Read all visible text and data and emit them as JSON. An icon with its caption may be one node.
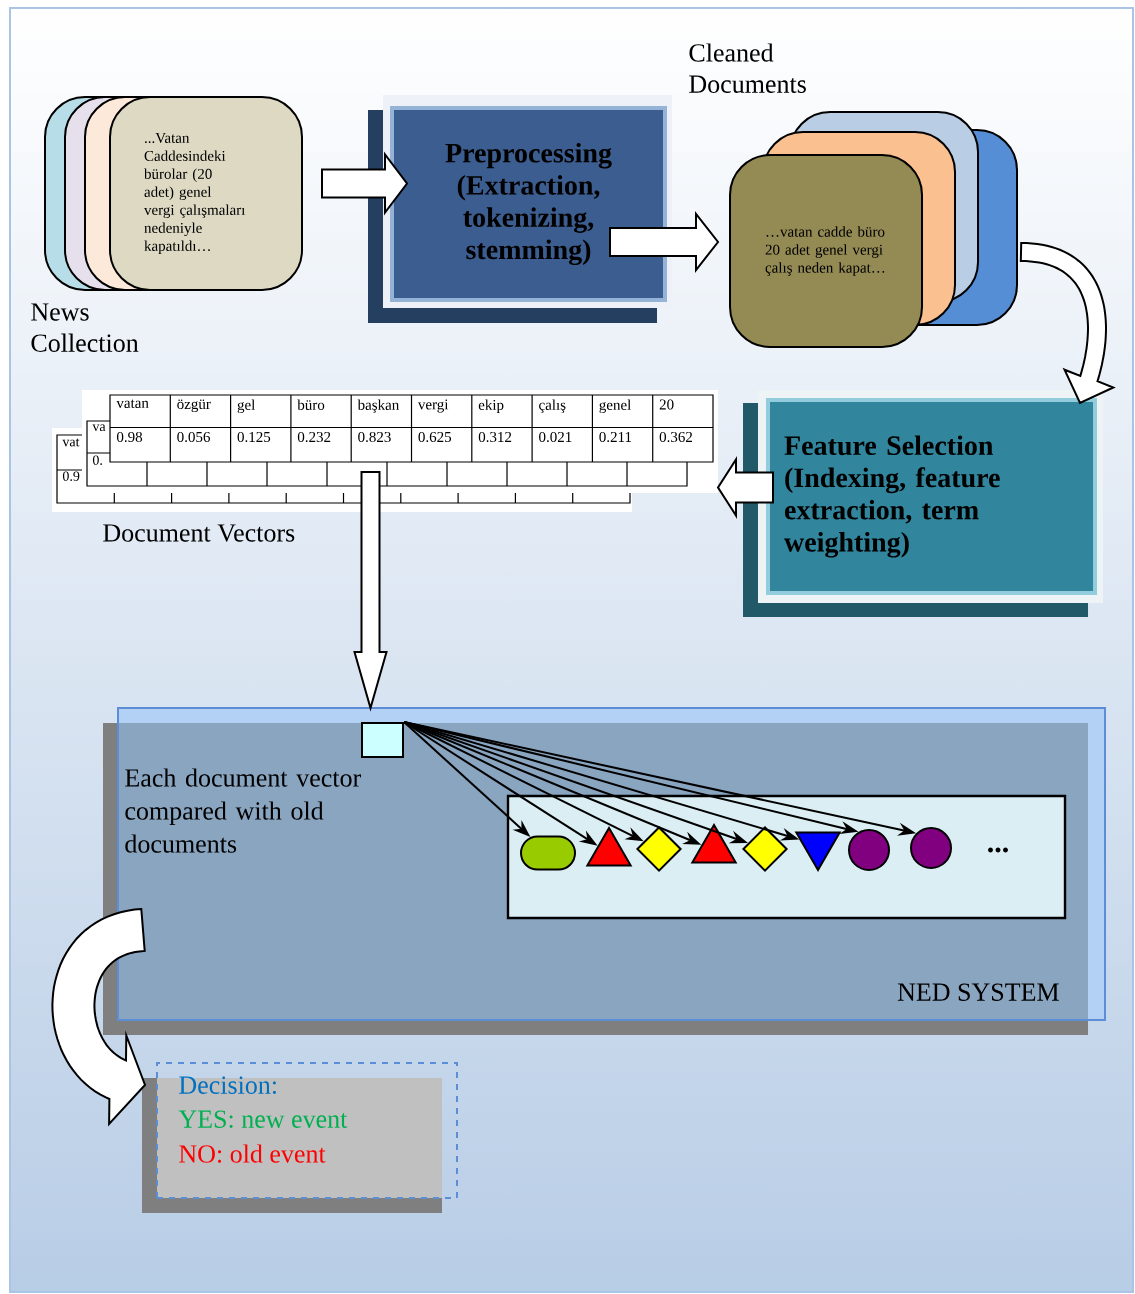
{
  "diagram": {
    "nodes": [
      {
        "text": [
          "...Vatan Caddesindeki bürolar (20 adet) genel vergi çalışmaları nedeniyle kapatıldı…"
        ],
        "beside": [
          "News Collection"
        ]
      },
      {
        "text": [
          "Preprocessing (Extraction, tokenizing, stemming)"
        ]
      },
      {
        "text": [
          "…vatan cadde büro 20 adet genel vergi çalış neden kapat…"
        ]
      },
      {
        "text": [
          "Feature Selection (Indexing, feature extraction, term weighting)"
        ]
      },
      {
        "text": [
          "vatan",
          "özgür",
          "gel",
          "büro",
          "başkan",
          "vergi",
          "ekip",
          "çalış",
          "genel",
          "20",
          "0.98",
          "0.056",
          "0.125",
          "0.232",
          "0.823",
          "0.625",
          "0.312",
          "0.021",
          "0.211",
          "0.362"
        ],
        "beside": [
          "Document Vectors"
        ]
      },
      {
        "text": [
          "Each document vector compared with old documents",
          "NED SYSTEM"
        ]
      },
      {
        "text": [],
        "shape": "box",
        "in": 5
      },
      {
        "text": [
          "..."
        ],
        "in": 5
      },
      {
        "text": [],
        "shape": "capsule",
        "in": 7
      },
      {
        "text": [],
        "shape": "triangle",
        "in": 7
      },
      {
        "text": [],
        "shape": "diamond",
        "in": 7
      },
      {
        "text": [],
        "shape": "triangle",
        "in": 7
      },
      {
        "text": [],
        "shape": "diamond",
        "in": 7
      },
      {
        "text": [],
        "shape": "triangle",
        "in": 7
      },
      {
        "text": [],
        "shape": "circle",
        "in": 7
      },
      {
        "text": [],
        "shape": "circle",
        "in": 7
      },
      {
        "text": [
          "Decision:",
          "YES: new event",
          "NO: old event"
        ]
      }
    ],
    "edges": [
      {
        "from": 0,
        "to": 1,
        "arrow": "to",
        "style": "thick"
      },
      {
        "from": 1,
        "to": 2,
        "arrow": "to",
        "style": "thick"
      },
      {
        "from": 2,
        "to": 3,
        "arrow": "to",
        "style": "thick"
      },
      {
        "from": 3,
        "to": 4,
        "arrow": "to",
        "style": "thick"
      },
      {
        "from": 4,
        "to": 6,
        "arrow": "to",
        "style": "thick"
      },
      {
        "from": 6,
        "to": 8,
        "arrow": "to"
      },
      {
        "from": 6,
        "to": 9,
        "arrow": "to"
      },
      {
        "from": 6,
        "to": 10,
        "arrow": "to"
      },
      {
        "from": 6,
        "to": 11,
        "arrow": "to"
      },
      {
        "from": 6,
        "to": 12,
        "arrow": "to"
      },
      {
        "from": 6,
        "to": 13,
        "arrow": "to"
      },
      {
        "from": 6,
        "to": 14,
        "arrow": "to"
      },
      {
        "from": 6,
        "to": 15,
        "arrow": "to"
      },
      {
        "from": 5,
        "to": 16,
        "arrow": "to",
        "style": "thick"
      }
    ],
    "labels": [
      "Cleaned Documents",
      "va",
      "vat",
      "0.",
      "0.9"
    ]
  }
}
